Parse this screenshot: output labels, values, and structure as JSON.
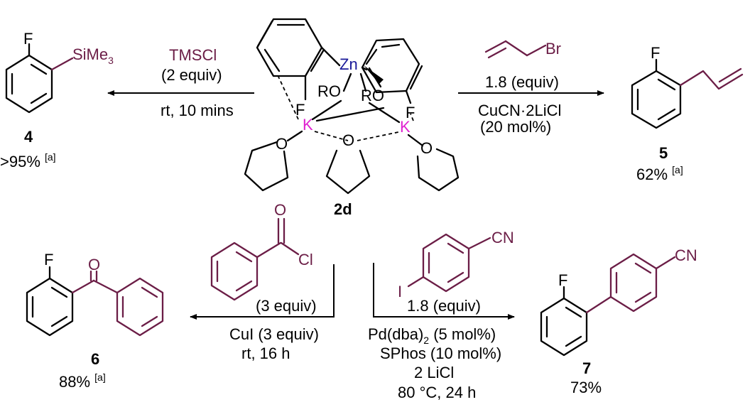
{
  "central": {
    "label": "2d",
    "atoms": {
      "zn": "Zn",
      "k": "K",
      "f": "F",
      "o": "O",
      "ro": "RO"
    }
  },
  "reactions": {
    "r4": {
      "reagent": "TMSCl",
      "equiv": "(2 equiv)",
      "conditions": "rt, 10 mins",
      "substituent": "SiMe",
      "substituent_sub": "3",
      "halogen": "F",
      "number": "4",
      "yield": ">95% ",
      "note": "[a]"
    },
    "r5": {
      "reagent_atom": "Br",
      "equiv": "1.8 (equiv)",
      "conditions_1": "CuCN·2LiCl",
      "conditions_2": "(20 mol%)",
      "halogen": "F",
      "number": "5",
      "yield": "62% ",
      "note": "[a]"
    },
    "r6": {
      "reagent_o": "O",
      "reagent_cl": "Cl",
      "equiv": "(3 equiv)",
      "conditions_1": "CuI (3 equiv)",
      "conditions_2": "rt, 16 h",
      "halogen": "F",
      "carbonyl_o": "O",
      "number": "6",
      "yield": "88% ",
      "note": "[a]"
    },
    "r7": {
      "reagent_cn": "CN",
      "reagent_i": "I",
      "equiv": "1.8 (equiv)",
      "conditions_1": "Pd(dba)",
      "conditions_1_sub": "2",
      "conditions_1_tail": " (5 mol%)",
      "conditions_2": "SPhos (10 mol%)",
      "conditions_3": "2 LiCl",
      "conditions_4": "80 °C, 24 h",
      "halogen": "F",
      "product_cn": "CN",
      "number": "7",
      "yield": "73%"
    }
  }
}
